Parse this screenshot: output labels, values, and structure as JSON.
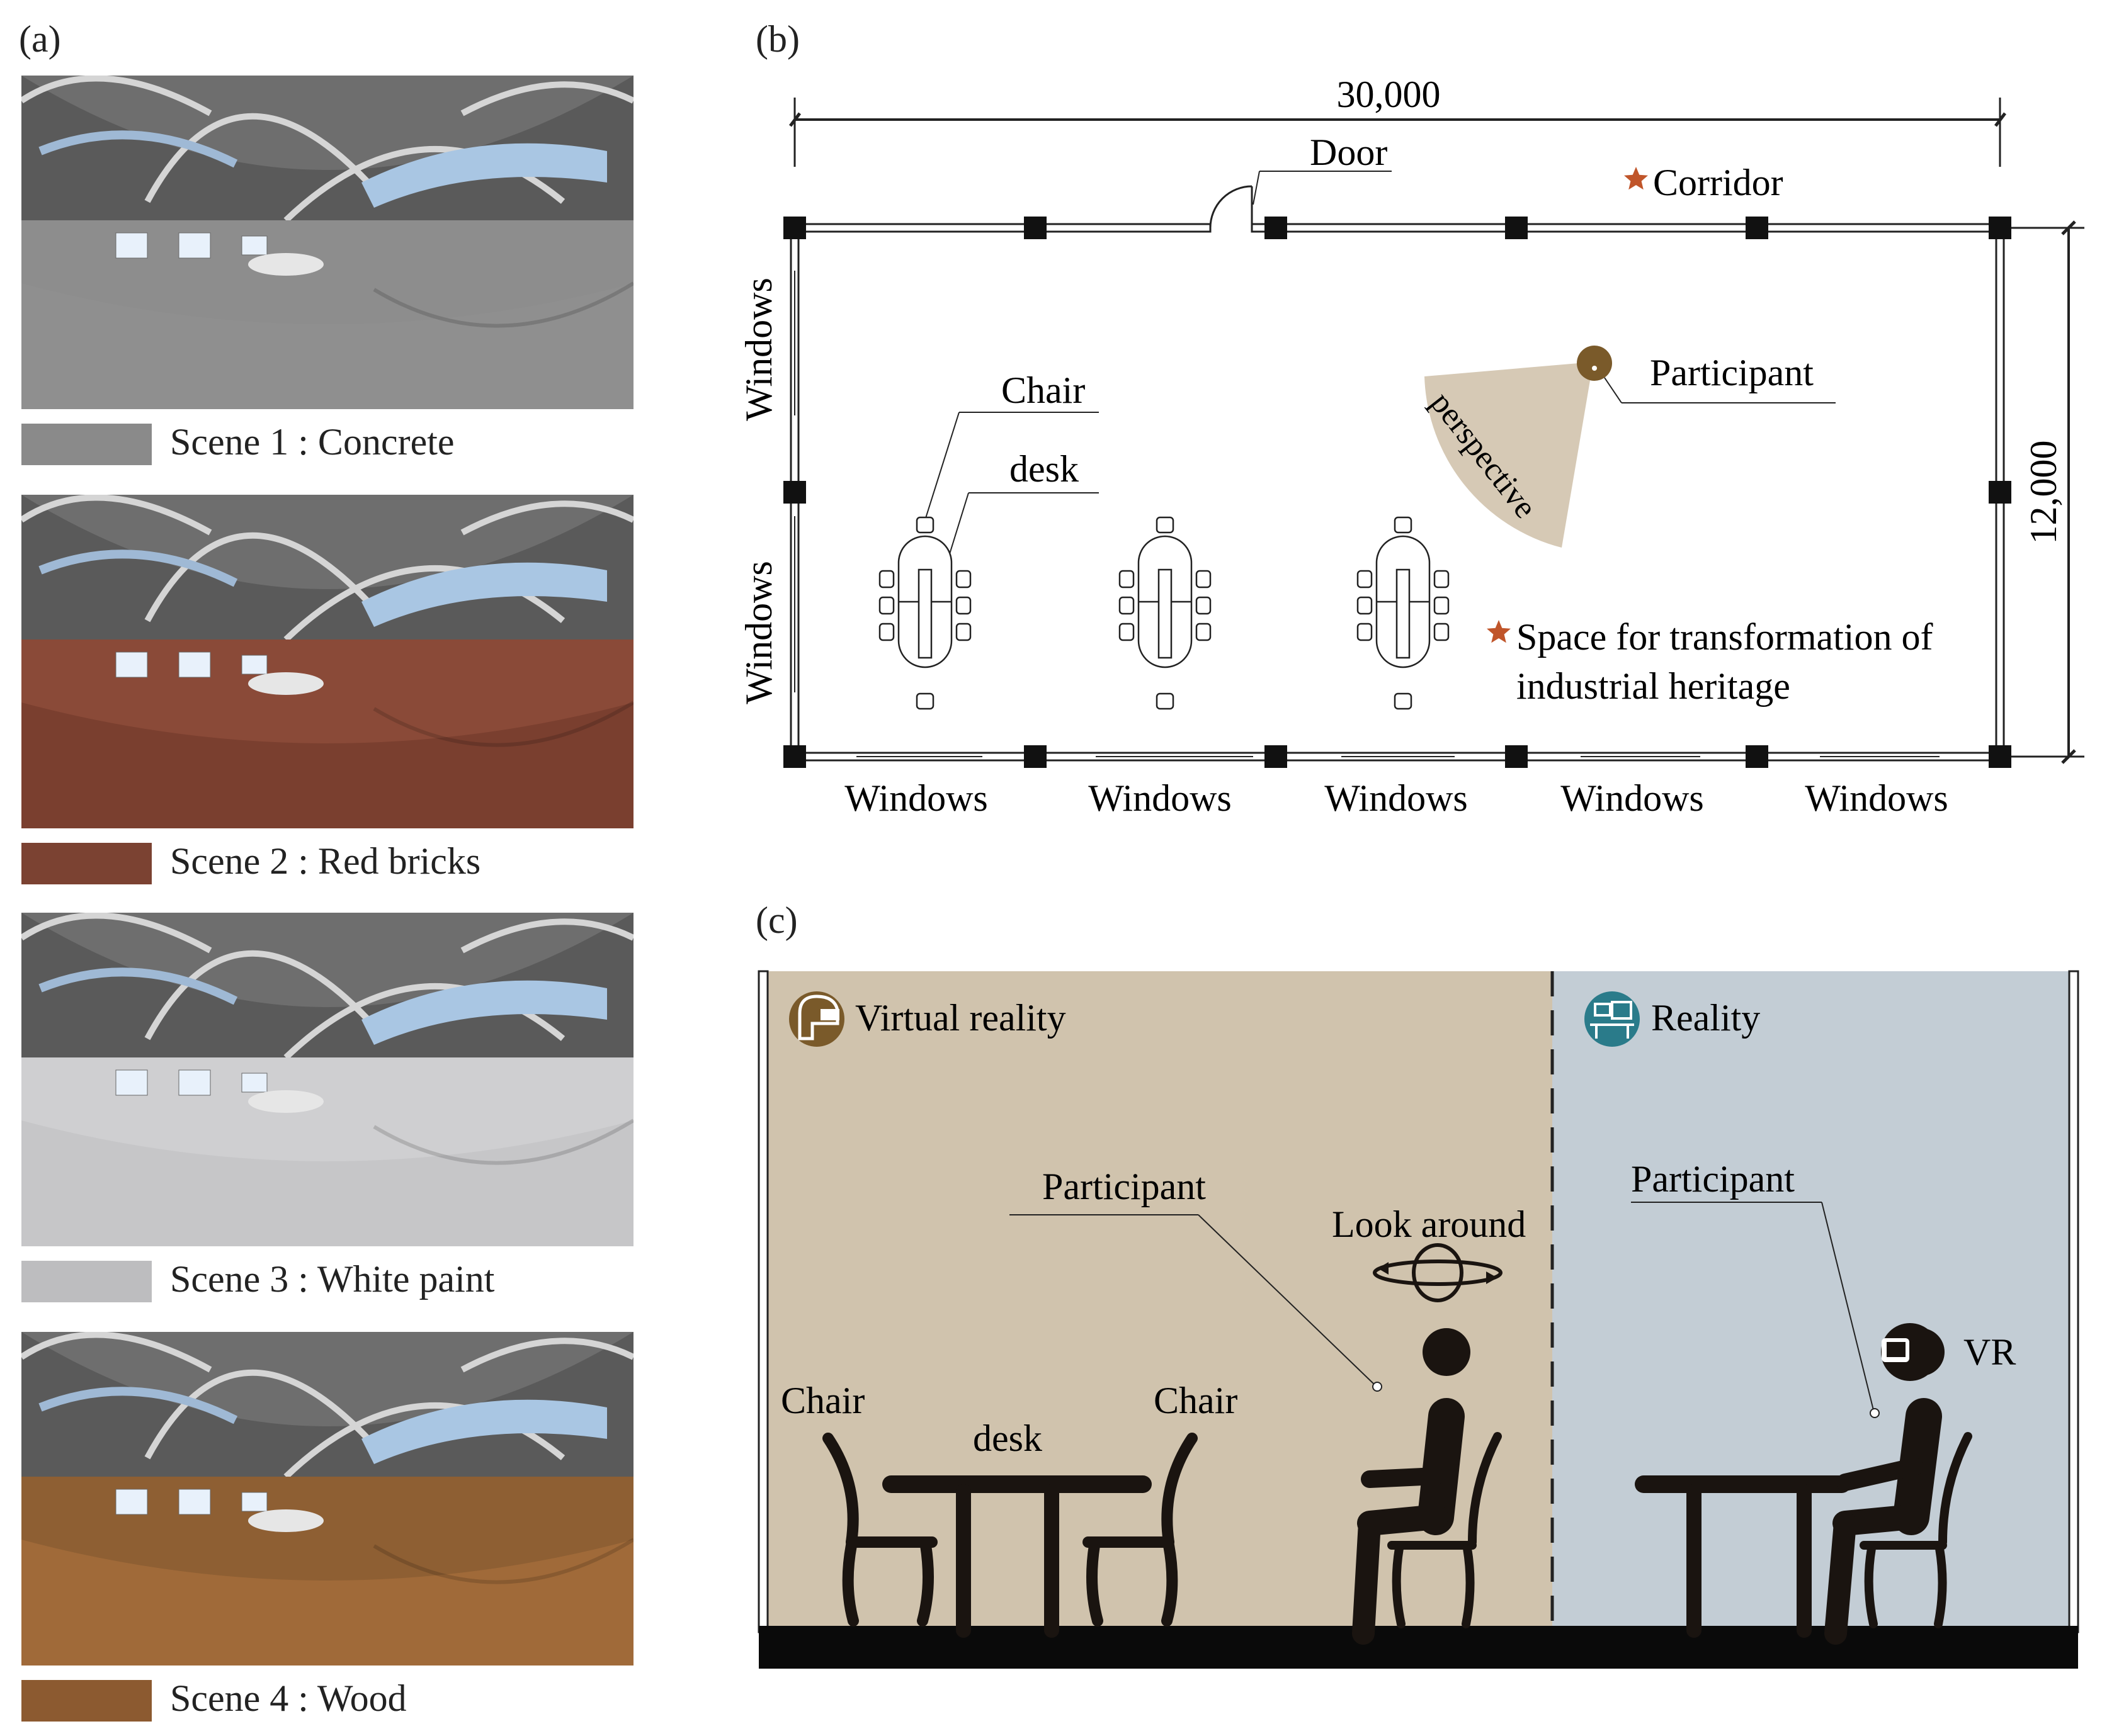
{
  "panels": {
    "a": "(a)",
    "b": "(b)",
    "c": "(c)"
  },
  "scenes": [
    {
      "caption": "Scene 1 : Concrete",
      "wall": "#8d8d8d",
      "floor": "#8f8f8f",
      "swatch": "#8a8a8a"
    },
    {
      "caption": "Scene 2 : Red bricks",
      "wall": "#8a4a38",
      "floor": "#7a3f2f",
      "swatch": "#7b4232"
    },
    {
      "caption": "Scene 3 : White paint",
      "wall": "#cfcfd1",
      "floor": "#c6c6c8",
      "swatch": "#bdbdbf"
    },
    {
      "caption": "Scene 4 : Wood",
      "wall": "#8e5f33",
      "floor": "#a06a39",
      "swatch": "#8c5a30"
    }
  ],
  "plan": {
    "width_dim": "30,000",
    "height_dim": "12,000",
    "door": "Door",
    "corridor": "Corridor",
    "participant": "Participant",
    "perspective": "perspective",
    "chair": "Chair",
    "desk": "desk",
    "windows_left_top": "Windows",
    "windows_left_bottom": "Windows",
    "windows_bottom": [
      "Windows",
      "Windows",
      "Windows",
      "Windows",
      "Windows"
    ],
    "space_line1": "Space for transformation of",
    "space_line2": "industrial heritage",
    "star_color": "#c0552a",
    "perspective_color": "#d6c9b5",
    "participant_color": "#7a5a2a"
  },
  "setup": {
    "vr_title": "Virtual reality",
    "reality_title": "Reality",
    "participant_vr": "Participant",
    "participant_real": "Participant",
    "look_around": "Look around",
    "vr": "VR",
    "chair_left": "Chair",
    "chair_right": "Chair",
    "desk": "desk",
    "vr_bg": "#d0c3ad",
    "reality_bg": "#c3cdd5",
    "vr_icon_color": "#7a5a2a",
    "reality_icon_color": "#2a7b8a"
  }
}
